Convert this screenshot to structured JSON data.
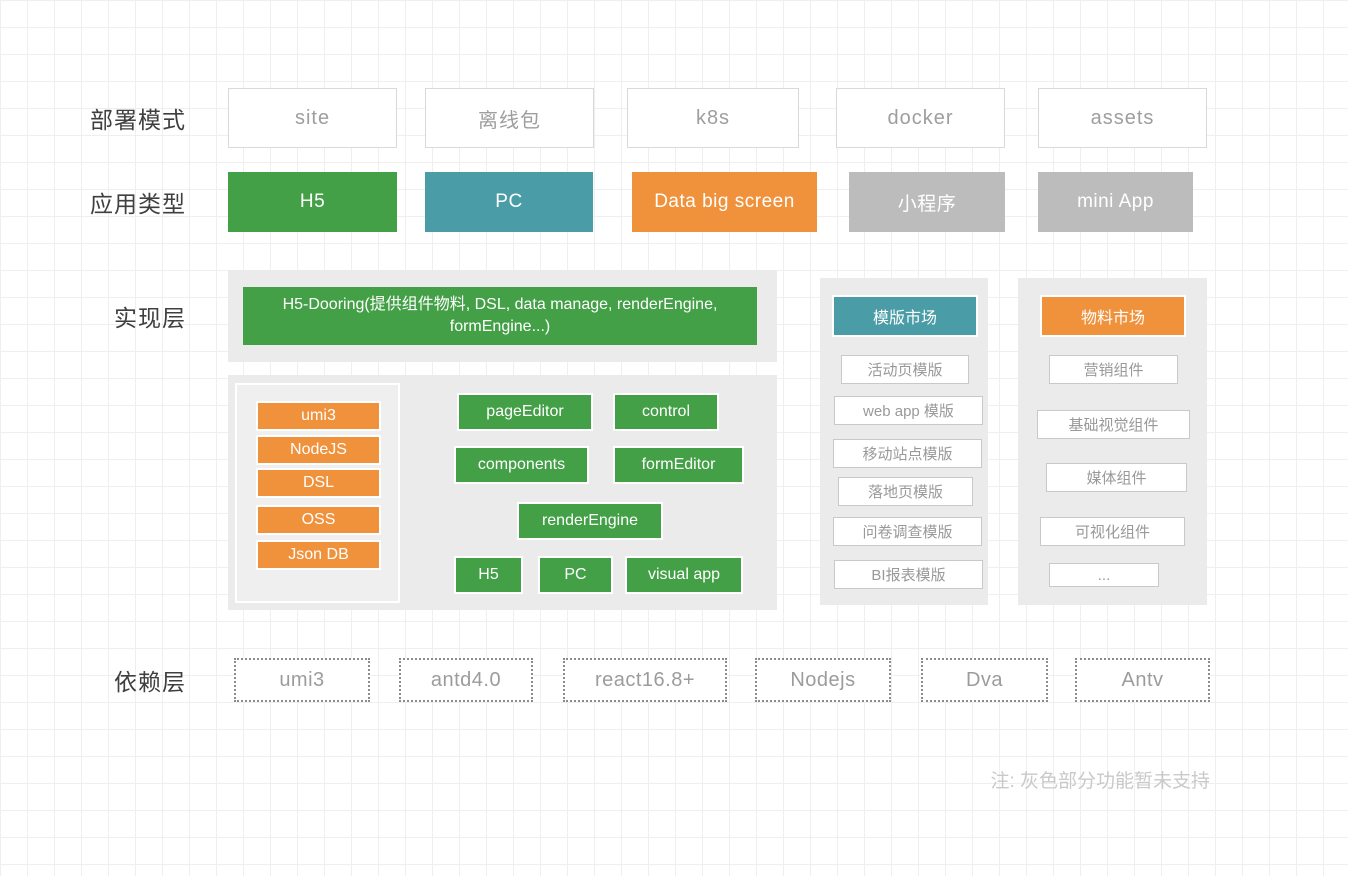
{
  "deploy": {
    "label": "部署模式",
    "items": [
      "site",
      "离线包",
      "k8s",
      "docker",
      "assets"
    ]
  },
  "app_types": {
    "label": "应用类型",
    "items": [
      "H5",
      "PC",
      "Data big screen",
      "小程序",
      "mini App"
    ]
  },
  "impl": {
    "label": "实现层",
    "core": "H5-Dooring(提供组件物料, DSL, data manage, renderEngine, formEngine...)",
    "stack": [
      "umi3",
      "NodeJS",
      "DSL",
      "OSS",
      "Json DB"
    ],
    "modules": [
      "pageEditor",
      "control",
      "components",
      "formEditor",
      "renderEngine",
      "H5",
      "PC",
      "visual app"
    ],
    "template_market": {
      "title": "模版市场",
      "items": [
        "活动页模版",
        "web app 模版",
        "移动站点模版",
        "落地页模版",
        "问卷调查模版",
        "BI报表模版"
      ]
    },
    "material_market": {
      "title": "物料市场",
      "items": [
        "营销组件",
        "基础视觉组件",
        "媒体组件",
        "可视化组件",
        "..."
      ]
    }
  },
  "deps": {
    "label": "依赖层",
    "items": [
      "umi3",
      "antd4.0",
      "react16.8+",
      "Nodejs",
      "Dva",
      "Antv"
    ]
  },
  "note": "注: 灰色部分功能暂未支持",
  "colors": {
    "green": "#43a047",
    "teal": "#4a9da6",
    "orange": "#f0913c",
    "gray": "#bcbcbc"
  }
}
